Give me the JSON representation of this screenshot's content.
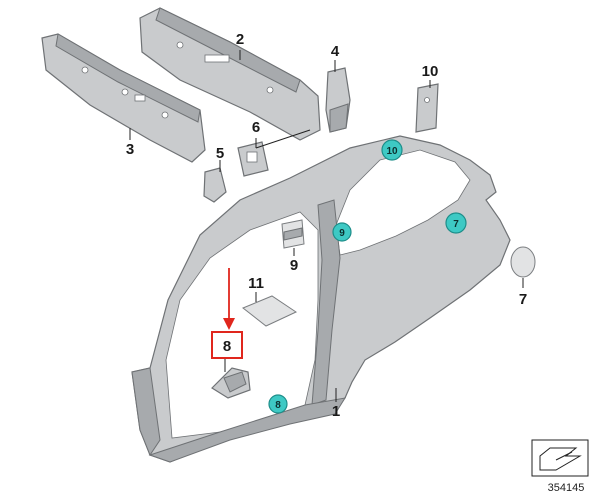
{
  "labels": {
    "p1": "1",
    "p2": "2",
    "p3": "3",
    "p4": "4",
    "p5": "5",
    "p6": "6",
    "p7": "7",
    "p8": "8",
    "p9": "9",
    "p10": "10",
    "p11": "11"
  },
  "callouts": {
    "c10": "10",
    "c9": "9",
    "c7": "7",
    "c8": "8"
  },
  "reference_number": "354145",
  "colors": {
    "callout": "#3ec9c4",
    "highlight": "#e0261d"
  }
}
